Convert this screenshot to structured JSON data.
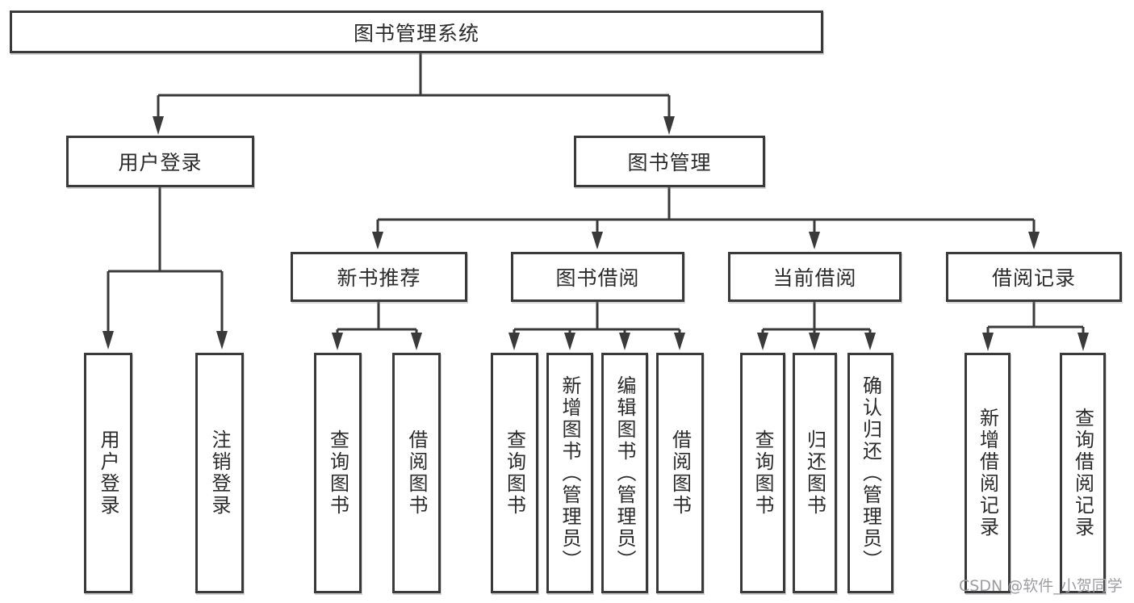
{
  "diagram": {
    "title": "图书管理系统",
    "tree": {
      "root": {
        "label": "图书管理系统"
      },
      "children": [
        {
          "label": "用户登录",
          "children": [
            "用户登录",
            "注销登录"
          ]
        },
        {
          "label": "图书管理",
          "children": [
            {
              "label": "新书推荐",
              "children": [
                "查询图书",
                "借阅图书"
              ]
            },
            {
              "label": "图书借阅",
              "children": [
                "查询图书",
                "新增图书（管理员）",
                "编辑图书（管理员）",
                "借阅图书"
              ]
            },
            {
              "label": "当前借阅",
              "children": [
                "查询图书",
                "归还图书",
                "确认归还（管理员）"
              ]
            },
            {
              "label": "借阅记录",
              "children": [
                "新增借阅记录",
                "查询借阅记录"
              ]
            }
          ]
        }
      ]
    },
    "colors": {
      "line": "#3a3a3a",
      "text": "#2b2b2b",
      "box_background": "#ffffff",
      "watermark": "#9d9da2"
    },
    "watermark": "CSDN @软件_小贺同学"
  }
}
